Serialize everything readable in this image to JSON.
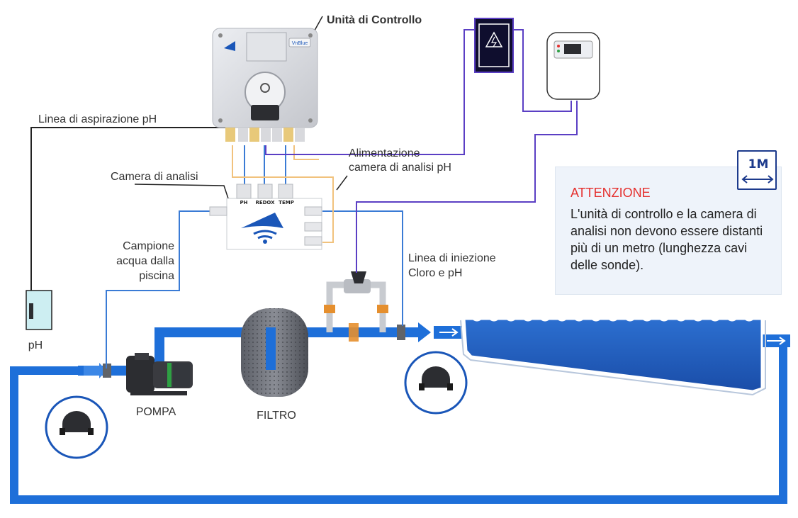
{
  "labels": {
    "control_unit": "Unità di Controllo",
    "ph_suction_line": "Linea di aspirazione pH",
    "analysis_chamber": "Camera di analisi",
    "chamber_power_line1": "Alimentazione",
    "chamber_power_line2": "camera di analisi pH",
    "water_sample_line1": "Campione",
    "water_sample_line2": "acqua dalla",
    "water_sample_line3": "piscina",
    "injection_line1": "Linea di iniezione",
    "injection_line2": "Cloro e pH",
    "ph_tank": "pH",
    "pump": "POMPA",
    "filter": "FILTRO"
  },
  "chamber_ports": {
    "ph": "PH",
    "redox": "REDOX",
    "temp": "TEMP"
  },
  "brand": "VnBlue",
  "warning": {
    "title": "ATTENZIONE",
    "text": "L'unità di controllo e la camera di analisi non devono essere distanti più di un metro (lunghezza cavi delle sonde)."
  },
  "scale_badge": "1M",
  "colors": {
    "pipe_blue": "#1e6fd9",
    "pool_blue": "#1f5fbf",
    "signal_purple": "#5b3fc4",
    "power_yellow": "#f1c27d",
    "warning_red": "#e5302e",
    "unit_gray": "#d6d7dc"
  },
  "icons": [
    "wifi-logo-icon",
    "lightning-icon",
    "arrow-right-icon",
    "double-arrow-icon"
  ]
}
